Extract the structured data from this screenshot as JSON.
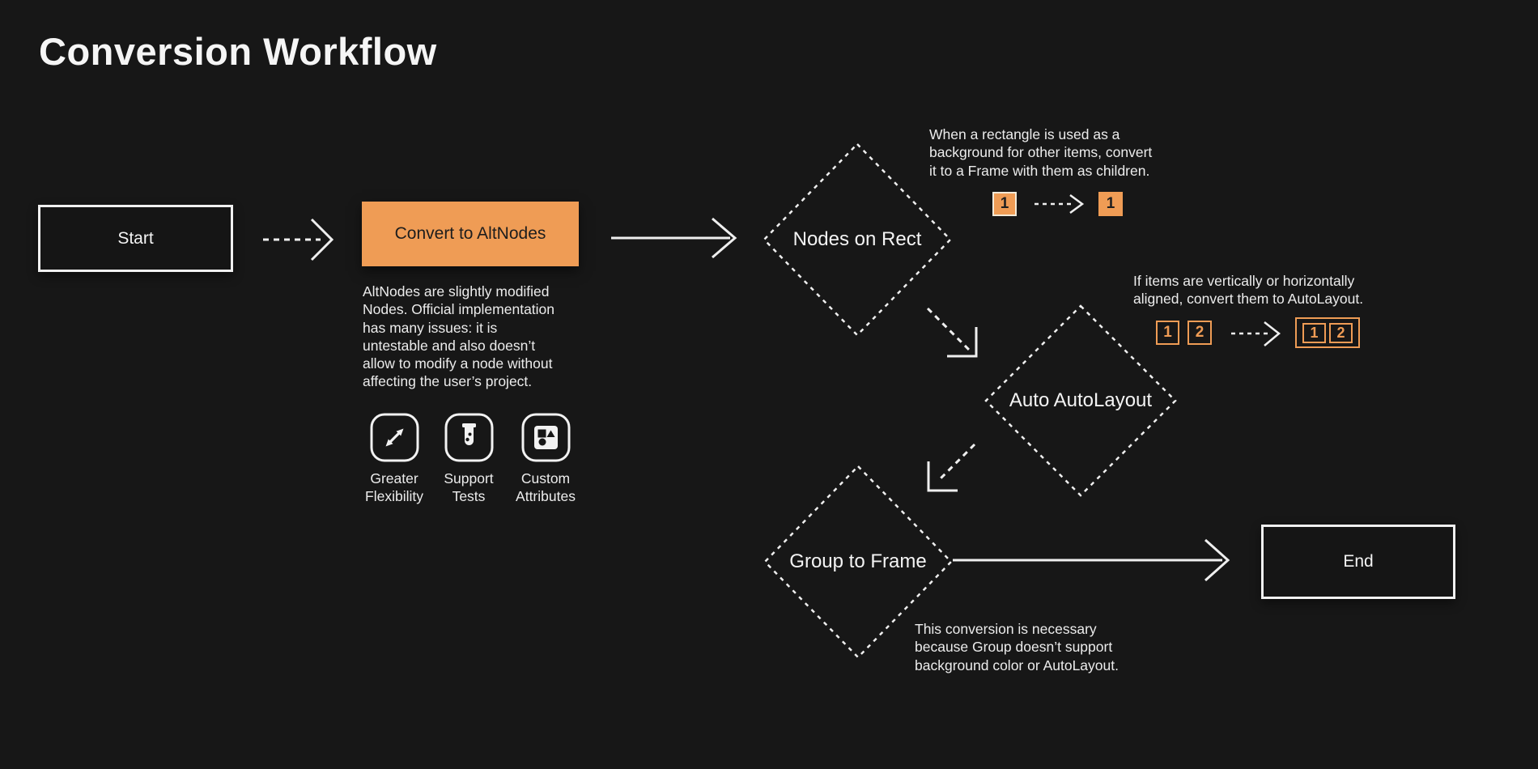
{
  "colors": {
    "background": "#171717",
    "foreground": "#f2f2f2",
    "accent_orange": "#ef9c55",
    "dark_text": "#1d1d1d"
  },
  "header": {
    "title": "Conversion Workflow"
  },
  "flow": {
    "start": {
      "label": "Start"
    },
    "convert_to_altnodes": {
      "label": "Convert to AltNodes"
    },
    "nodes_on_rect": {
      "label": "Nodes on Rect"
    },
    "auto_autolayout": {
      "label": "Auto AutoLayout"
    },
    "group_to_frame": {
      "label": "Group to Frame"
    },
    "end": {
      "label": "End"
    }
  },
  "altnodes_note": {
    "lines": [
      "AltNodes are slightly modified",
      "Nodes. Official implementation",
      "has many issues: it is",
      "untestable and also doesn’t",
      "allow to modify a node without",
      "affecting the user’s project."
    ]
  },
  "features": [
    {
      "icon": "expand-arrows-icon",
      "label_lines": [
        "Greater",
        "Flexibility"
      ]
    },
    {
      "icon": "test-tube-icon",
      "label_lines": [
        "Support",
        "Tests"
      ]
    },
    {
      "icon": "shapes-icon",
      "label_lines": [
        "Custom",
        "Attributes"
      ]
    }
  ],
  "annotations": {
    "rect_to_frame": {
      "lines": [
        "When a rectangle is used as a",
        "background for other items, convert",
        "it to a Frame with them as children."
      ],
      "before_box": "1",
      "after_box": "1"
    },
    "autolayout": {
      "lines": [
        "If items are vertically or horizontally",
        "aligned, convert them to AutoLayout."
      ],
      "before_boxes": [
        "1",
        "2"
      ],
      "after_boxes": [
        "1",
        "2"
      ]
    },
    "group_to_frame": {
      "lines": [
        "This conversion is necessary",
        "because Group doesn’t support",
        "background color or AutoLayout."
      ]
    }
  }
}
